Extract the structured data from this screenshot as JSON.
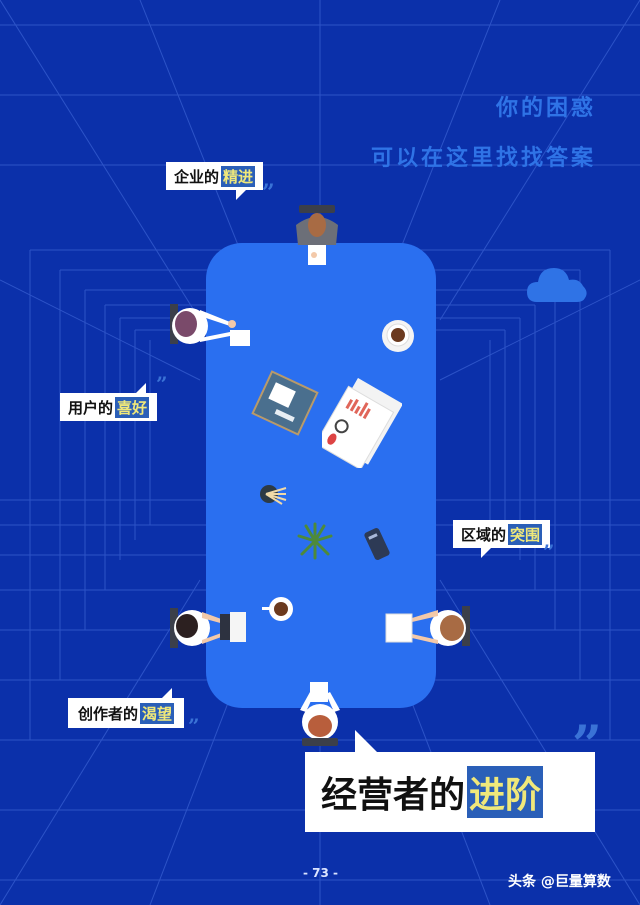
{
  "heading": {
    "line1": "你的困惑",
    "line2": "可以在这里找找答案"
  },
  "bubbles": [
    {
      "plain": "企业的",
      "highlight": "精进"
    },
    {
      "plain": "用户的",
      "highlight": "喜好"
    },
    {
      "plain": "区域的",
      "highlight": "突围"
    },
    {
      "plain": "创作者的",
      "highlight": "渴望"
    },
    {
      "plain": "经营者的",
      "highlight": "进阶"
    }
  ],
  "quote_mark": "”",
  "page_number": "- 73 -",
  "credit": "头条 @巨量算数",
  "colors": {
    "background": "#0b30aa",
    "table": "#2a6ff0",
    "heading_text": "#2f73e6",
    "highlight_bg": "#2a5fb8",
    "highlight_text": "#f0e87a"
  },
  "illustration": {
    "items": [
      "cloud-icon",
      "conference-table",
      "coffee-cup",
      "notebook",
      "report-papers",
      "pencil-cup",
      "potted-plant",
      "smartphone",
      "person-top",
      "person-left",
      "person-right",
      "person-left-laptop",
      "person-bottom"
    ]
  }
}
